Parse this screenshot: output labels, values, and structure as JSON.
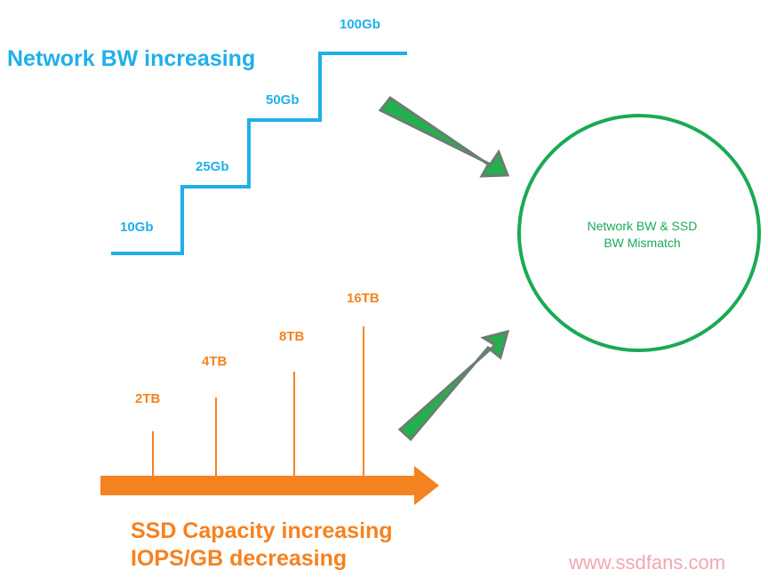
{
  "network": {
    "title": "Network BW increasing",
    "steps": [
      "10Gb",
      "25Gb",
      "50Gb",
      "100Gb"
    ]
  },
  "ssd": {
    "line1": "SSD Capacity increasing",
    "line2": "IOPS/GB decreasing",
    "capacities": [
      "2TB",
      "4TB",
      "8TB",
      "16TB"
    ]
  },
  "mismatch": {
    "line1": "Network BW & SSD",
    "line2": "BW Mismatch"
  },
  "watermark": "www.ssdfans.com",
  "colors": {
    "network": "#1fb0e8",
    "ssd": "#f58220",
    "arrow_fill": "#22b14c",
    "arrow_outline": "#6b7d73",
    "circle": "#1aaa55",
    "watermark": "#f3a6b3"
  }
}
